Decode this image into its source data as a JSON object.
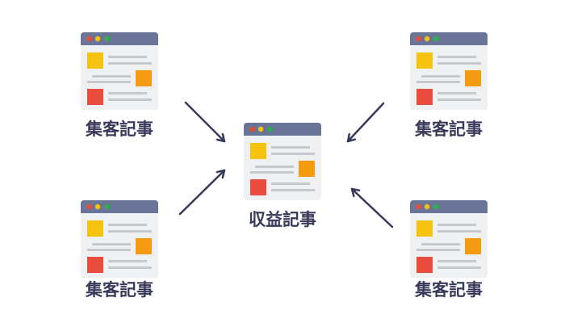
{
  "colors": {
    "titlebar": "#6a7496",
    "window_body": "#eff0f1",
    "dot_red": "#e84c3d",
    "dot_yellow": "#f4c20f",
    "dot_green": "#29b34a",
    "block_yellow": "#f4c20f",
    "block_orange": "#f39c12",
    "block_red": "#e84c3d",
    "text_line": "#c6c8cc",
    "arrow": "#383a5a",
    "label": "#383a5a"
  },
  "nodes": {
    "top_left": {
      "label": "集客記事",
      "icon": "browser-window-icon"
    },
    "top_right": {
      "label": "集客記事",
      "icon": "browser-window-icon"
    },
    "center": {
      "label": "収益記事",
      "icon": "browser-window-icon"
    },
    "bottom_left": {
      "label": "集客記事",
      "icon": "browser-window-icon"
    },
    "bottom_right": {
      "label": "集客記事",
      "icon": "browser-window-icon"
    }
  },
  "edges": [
    {
      "from": "top_left",
      "to": "center",
      "icon": "arrow-icon"
    },
    {
      "from": "top_right",
      "to": "center",
      "icon": "arrow-icon"
    },
    {
      "from": "bottom_left",
      "to": "center",
      "icon": "arrow-icon"
    },
    {
      "from": "bottom_right",
      "to": "center",
      "icon": "arrow-icon"
    }
  ]
}
